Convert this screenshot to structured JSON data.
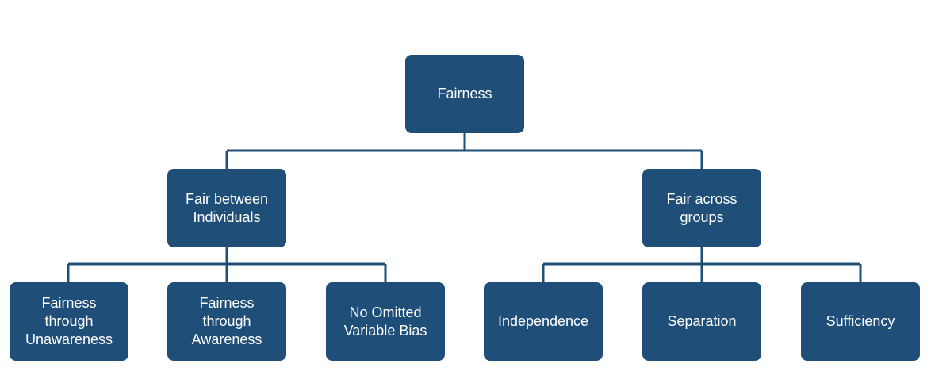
{
  "diagram": {
    "root": {
      "label": "Fairness"
    },
    "branches": [
      {
        "label": "Fair between\nIndividuals",
        "children": [
          {
            "label": "Fairness\nthrough\nUnawareness"
          },
          {
            "label": "Fairness\nthrough\nAwareness"
          },
          {
            "label": "No Omitted\nVariable Bias"
          }
        ]
      },
      {
        "label": "Fair across\ngroups",
        "children": [
          {
            "label": "Independence"
          },
          {
            "label": "Separation"
          },
          {
            "label": "Sufficiency"
          }
        ]
      }
    ],
    "colors": {
      "node_fill": "#1f4e79",
      "node_text": "#ffffff",
      "connector": "#1f4e79"
    }
  }
}
